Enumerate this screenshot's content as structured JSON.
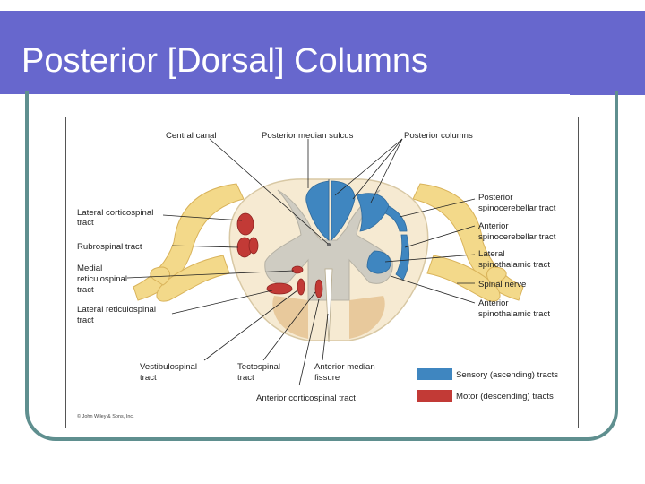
{
  "slide": {
    "title": "Posterior [Dorsal] Columns"
  },
  "figure": {
    "labels": {
      "central_canal": "Central canal",
      "posterior_median_sulcus": "Posterior median sulcus",
      "posterior_columns": "Posterior columns",
      "lateral_corticospinal_1": "Lateral corticospinal",
      "lateral_corticospinal_2": "tract",
      "rubrospinal": "Rubrospinal tract",
      "medial_reticulospinal_1": "Medial",
      "medial_reticulospinal_2": "reticulospinal",
      "medial_reticulospinal_3": "tract",
      "lateral_reticulospinal_1": "Lateral reticulospinal",
      "lateral_reticulospinal_2": "tract",
      "vestibulospinal_1": "Vestibulospinal",
      "vestibulospinal_2": "tract",
      "tectospinal_1": "Tectospinal",
      "tectospinal_2": "tract",
      "anterior_median_1": "Anterior median",
      "anterior_median_2": "fissure",
      "anterior_corticospinal": "Anterior corticospinal tract",
      "posterior_spinocerebellar_1": "Posterior",
      "posterior_spinocerebellar_2": "spinocerebellar tract",
      "anterior_spinocerebellar_1": "Anterior",
      "anterior_spinocerebellar_2": "spinocerebellar tract",
      "lateral_spinothalamic_1": "Lateral",
      "lateral_spinothalamic_2": "spinothalamic tract",
      "spinal_nerve": "Spinal nerve",
      "anterior_spinothalamic_1": "Anterior",
      "anterior_spinothalamic_2": "spinothalamic tract"
    },
    "legend": {
      "sensory": "Sensory (ascending) tracts",
      "motor": "Motor (descending) tracts",
      "sensory_color": "#3f86c0",
      "motor_color": "#c23a36"
    },
    "copyright": "© John Wiley & Sons, Inc."
  }
}
